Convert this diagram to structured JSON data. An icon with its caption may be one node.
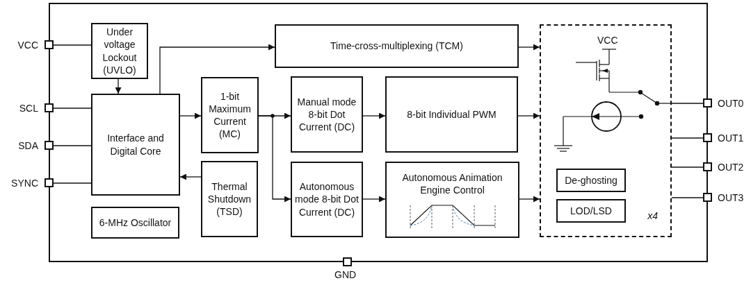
{
  "diagram": {
    "nodes": [
      {
        "text": [],
        "shape": "box"
      },
      {
        "text": [
          "VCC"
        ]
      },
      {
        "text": [
          "SCL"
        ]
      },
      {
        "text": [
          "SDA"
        ]
      },
      {
        "text": [
          "SYNC"
        ]
      },
      {
        "text": [
          "Under voltage Lockout (UVLO)"
        ],
        "in": 0
      },
      {
        "text": [
          "Interface and Digital Core"
        ],
        "in": 0
      },
      {
        "text": [
          "6-MHz Oscillator"
        ],
        "in": 0
      },
      {
        "text": [
          "Time-cross-multiplexing (TCM)"
        ],
        "in": 0
      },
      {
        "text": [
          "1-bit Maximum Current (MC)"
        ],
        "in": 0
      },
      {
        "text": [
          "Thermal Shutdown (TSD)"
        ],
        "in": 0
      },
      {
        "text": [
          "Manual mode 8-bit Dot Current (DC)"
        ],
        "in": 0
      },
      {
        "text": [
          "Autonomous mode 8-bit Dot Current (DC)"
        ],
        "in": 0
      },
      {
        "text": [
          "8-bit Individual PWM"
        ],
        "in": 0
      },
      {
        "text": [
          "Autonomous Animation Engine Control"
        ],
        "in": 0
      },
      {
        "text": [
          "x4"
        ],
        "in": 0
      },
      {
        "text": [
          "De-ghosting"
        ],
        "in": 15
      },
      {
        "text": [
          "LOD/LSD"
        ],
        "in": 15
      },
      {
        "text": [
          "OUT0"
        ]
      },
      {
        "text": [
          "OUT1"
        ]
      },
      {
        "text": [
          "OUT2"
        ]
      },
      {
        "text": [
          "OUT3"
        ]
      },
      {
        "text": [
          "GND"
        ]
      }
    ],
    "edges": [
      {
        "from": 1,
        "to": 5,
        "arrow": "none"
      },
      {
        "from": 2,
        "to": 6,
        "arrow": "none"
      },
      {
        "from": 3,
        "to": 6,
        "arrow": "none"
      },
      {
        "from": 4,
        "to": 6,
        "arrow": "none"
      },
      {
        "from": 5,
        "to": 6,
        "arrow": "to"
      },
      {
        "from": 6,
        "to": 8,
        "arrow": "to"
      },
      {
        "from": 6,
        "to": 9,
        "arrow": "to"
      },
      {
        "from": 10,
        "to": 6,
        "arrow": "to"
      },
      {
        "from": 9,
        "to": 11,
        "arrow": "to"
      },
      {
        "from": 9,
        "to": 12,
        "arrow": "to"
      },
      {
        "from": 11,
        "to": 13,
        "arrow": "to"
      },
      {
        "from": 12,
        "to": 14,
        "arrow": "to"
      },
      {
        "from": 8,
        "to": 15,
        "arrow": "to"
      },
      {
        "from": 13,
        "to": 15,
        "arrow": "to"
      },
      {
        "from": 14,
        "to": 15,
        "arrow": "to"
      },
      {
        "from": 15,
        "to": 18,
        "arrow": "none"
      },
      {
        "from": 15,
        "to": 19,
        "arrow": "none"
      },
      {
        "from": 15,
        "to": 20,
        "arrow": "none"
      },
      {
        "from": 15,
        "to": 21,
        "arrow": "none"
      }
    ],
    "labels": [
      "VCC"
    ]
  }
}
